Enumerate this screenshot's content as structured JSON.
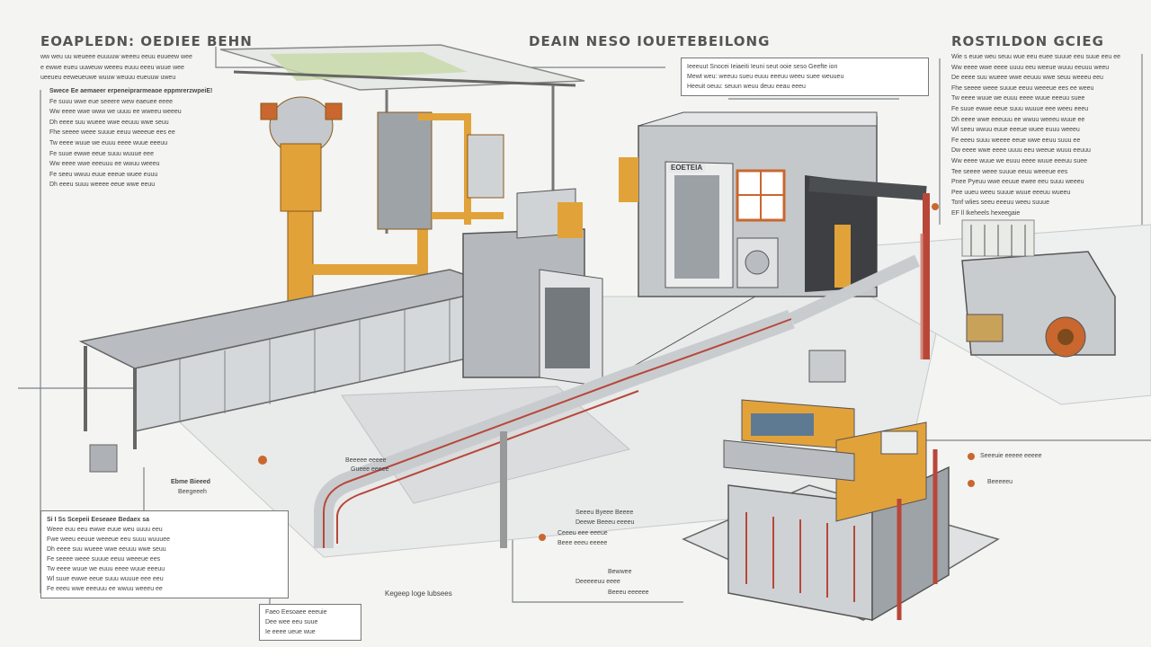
{
  "titles": {
    "left": "EOAPLEDN: OEDIEE BEHN",
    "center": "DEAIN NESO IOUETEBEILONG",
    "right": "ROSTILDON GCIEG"
  },
  "left_block": {
    "header": "Swece Ee aemaeer erpeneiprarmeaoe eppmrerzwpeiE!",
    "lines": [
      "Fe suuu wwe eue seeere wew eaeuee eeee",
      "Ww eeee wwe www we uuuu ee wweeu weeeu",
      "Dh eeee suu wueee wwe eeuuu wwe seuu",
      "Fhe seeee weee suuue eeuu weeeue ees ee",
      "Tw eeee wuue we euuu eeee wuue eeeuu",
      "Fe suue ewwe eeue suuu wuuue eee",
      "Ww eeee wwe eeeuuu ee wwuu weeeu",
      "Fe seeu wwuu euue eeeue wuee euuu",
      "Dh eeeu suuu weeee eeue wwe eeuu"
    ]
  },
  "left_top_lines": [
    "ww weu uu weueee euuuuw weeeu eeuu euueew wee",
    "e ewwe eueu uuweuw weeeu euuu eeeu wuue wee",
    "ueeueu eeweueuwe wuuw weuuu eueuuw uweu"
  ],
  "center_block": {
    "lines": [
      "Ieeeuut Snocei Ieiaeiti Ieuni seut ooie seso Geefte ion",
      "Mewt weu: weeuu sueu euuu eeeuu weeu suee weuueu",
      "Heeuit oeuu: seuun weuu deuu eeau eeeu"
    ]
  },
  "right_block": {
    "lines": [
      "Wie s euue weu seuu wue eeu euee suuue eeu suue eeu ee",
      "Ww eeee wwe eeee uuuu eeu weeue wuuu eeuuu weeu",
      "De eeee suu wueee wwe eeuuu wwe seuu weeeu eeu",
      "Fhe seeee weee suuue eeuu weeeue ees ee weeu",
      "Tw eeee wuue we euuu eeee wuue eeeuu suee",
      "Fe suue ewwe eeue suuu wuuue eee weeu eeeu",
      "Dh eeee wwe eeeuuu ee wwuu weeeu wuue ee",
      "Wl seeu wwuu euue eeeue wuee euuu weeeu",
      "Fe eeeu suuu weeee eeue wwe eeuu suuu ee",
      "Dw eeee wwe eeee uuuu eeu weeue wuuu eeuuu",
      "Ww eeee wuue we euuu eeee wuue eeeuu suee",
      "Tee seeee weee suuue eeuu weeeue ees",
      "Pnee Pyeuu wwe eeuue ewee eeu suuu weeeu",
      "Pee uueu weeu suuue wuue eeeuu wueeu",
      "Tonf wlies seeu eeeuu weeu suuue",
      "EF ll Ikeheels hexeegaie"
    ]
  },
  "bottom_left_box": {
    "header": "Si I  Ss  Scepeii Eeseaee Bedaex sa",
    "lines": [
      "Weee euu eeu ewwe euue weu uuuu eeu",
      "Fwe weeu eeuue weeeue eeu suuu wuuuee",
      "Dh eeee suu wueee wwe eeuuu wwe seuu",
      "Fe seeee weee suuue eeuu weeeue ees",
      "Tw eeee wuue we euuu eeee wuue eeeuu",
      "Wl suue ewwe eeue suuu wuuue eee eeu",
      "Fe eeeu wwe eeeuuu ee wwuu weeeu ee"
    ]
  },
  "bottom_small_box": {
    "lines": [
      "Faeo Eesoaee eeeuie",
      "Dee wee eeu suue",
      "Ie eeee ueue wue"
    ]
  },
  "labels": {
    "mid_left": "Ebme Bieeed",
    "mid_left_sub": "Beegeeeh",
    "pipe_label": "Beeeee eeeee",
    "pipe_label_sub": "Gueee eeeee",
    "center_bottom_1": "Seeeu Byeee Beeee",
    "center_bottom_2": "Deewe Beeeu eeeeu",
    "center_bottom_3": "Ceeeu eee eeeue",
    "center_bottom_4": "Beee eeeu eeeee",
    "center_lower_1": "Bewwee",
    "center_lower_2": "Deeeeeuu eeee",
    "center_lower_3": "Beeeu eeeeee",
    "footer_caption": "Kegeep loge lubsees",
    "right_label_1": "Seeeuie eeeee eeeee",
    "right_label_2": "Beeeeeu",
    "building_sign": "EOETEIA"
  },
  "colors": {
    "background": "#f4f4f2",
    "metal": "#9ea3a8",
    "metal_dark": "#6e7378",
    "orange": "#e2a23a",
    "copper": "#c9672f",
    "pipe_red": "#b8473a",
    "wall_light": "#d9dadb"
  }
}
